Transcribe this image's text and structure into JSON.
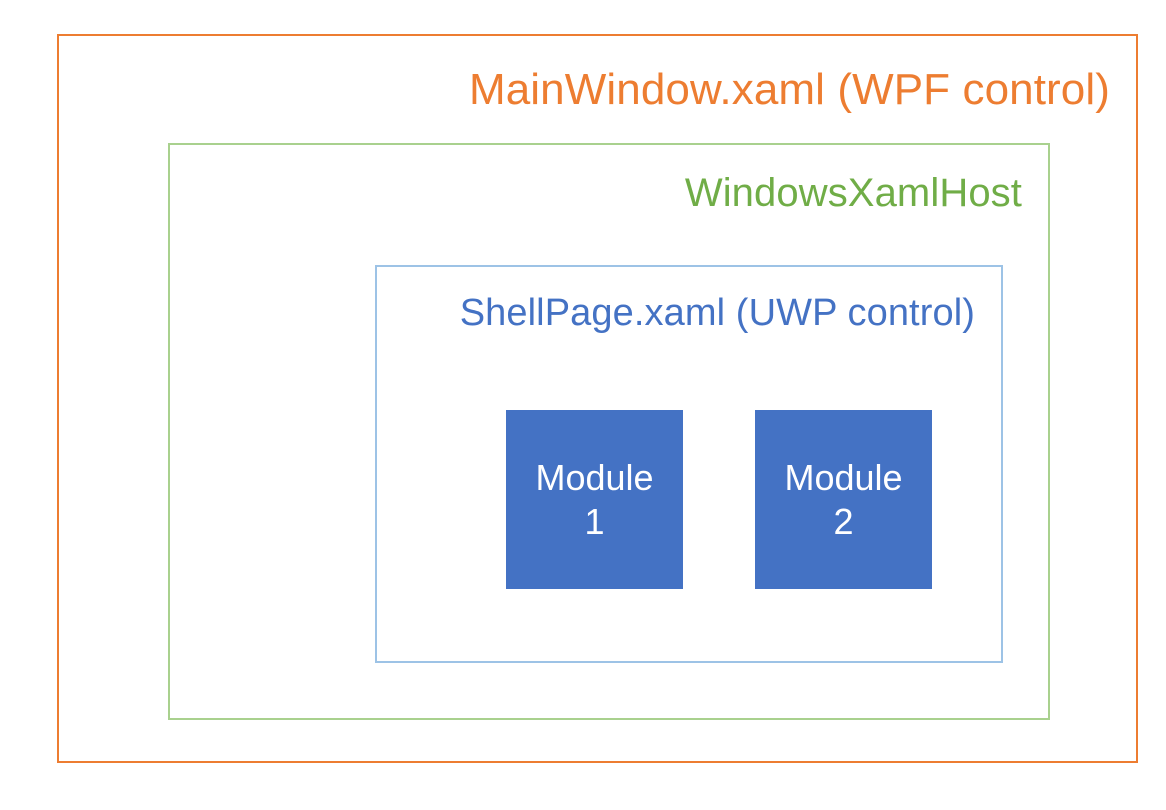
{
  "diagram": {
    "type": "nested-containers",
    "background_color": "#ffffff",
    "layers": [
      {
        "id": "wpf-host",
        "label": "MainWindow.xaml (WPF control)",
        "border_color": "#ED7D31",
        "text_color": "#ED7D31",
        "fill_color": "#ffffff",
        "label_align": "right"
      },
      {
        "id": "xaml-host",
        "label": "WindowsXamlHost",
        "border_color": "#A9D18E",
        "text_color": "#70AD47",
        "fill_color": "#ffffff",
        "label_align": "right"
      },
      {
        "id": "uwp-shell",
        "label": "ShellPage.xaml (UWP control)",
        "border_color": "#9DC3E6",
        "text_color": "#4472C4",
        "fill_color": "#ffffff",
        "label_align": "right"
      }
    ],
    "modules": [
      {
        "id": "module-1",
        "line1": "Module",
        "line2": "1",
        "fill_color": "#4472C4",
        "text_color": "#ffffff"
      },
      {
        "id": "module-2",
        "line1": "Module",
        "line2": "2",
        "fill_color": "#4472C4",
        "text_color": "#ffffff"
      }
    ]
  }
}
